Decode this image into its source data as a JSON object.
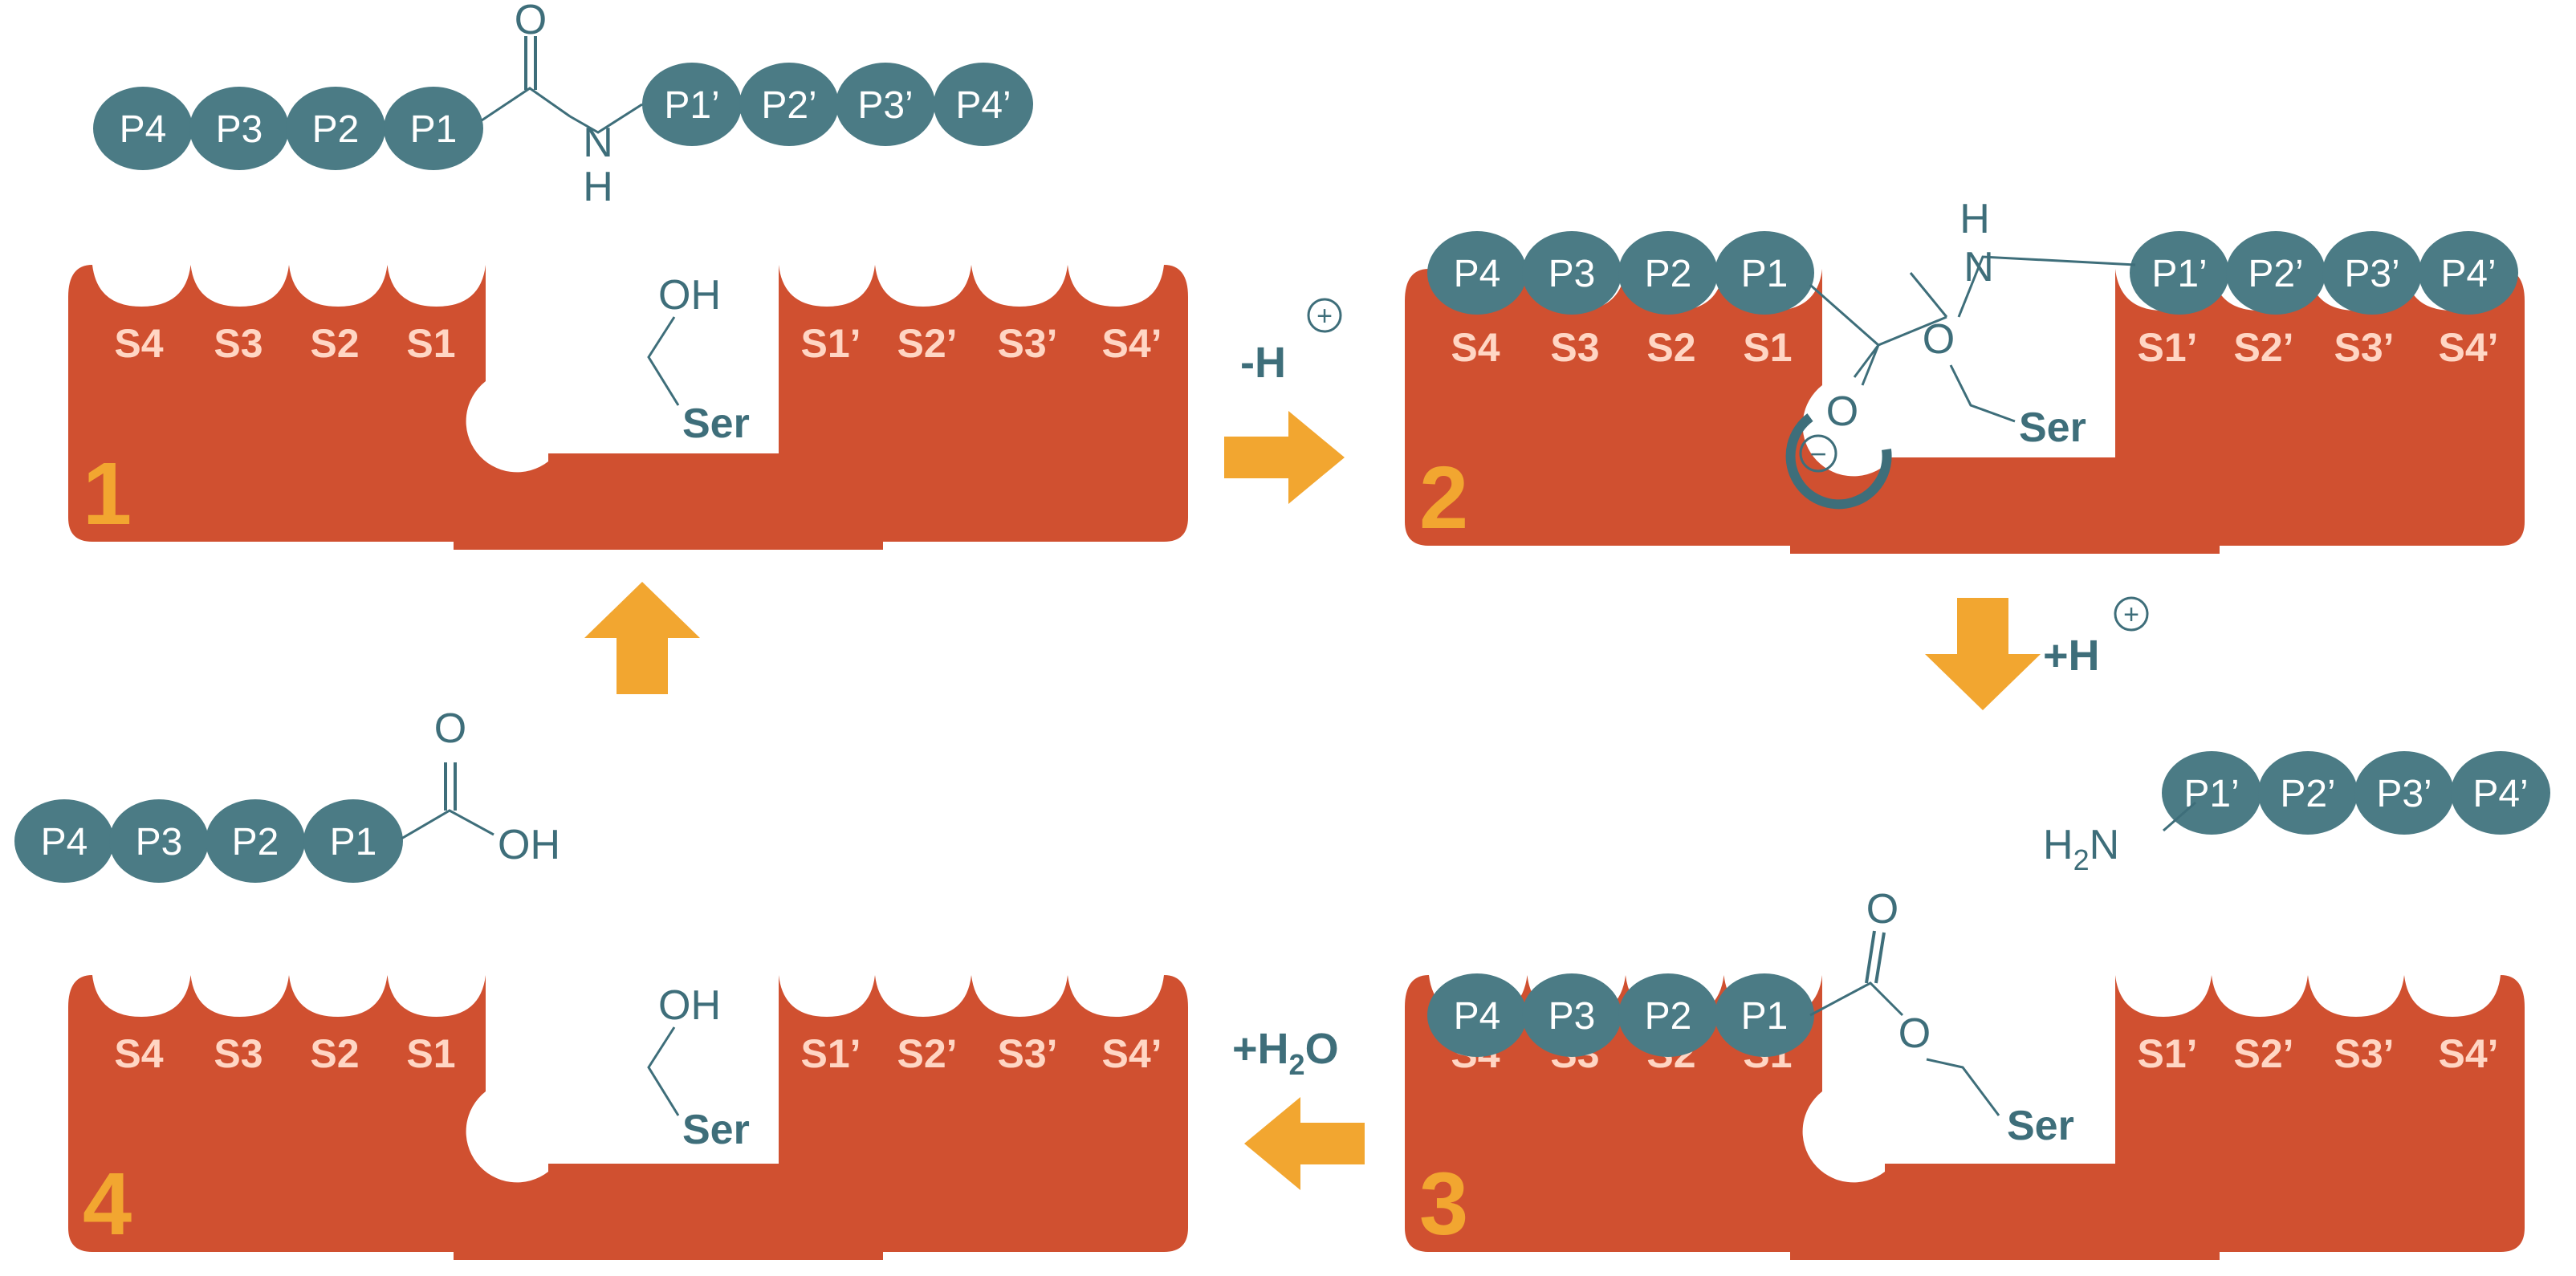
{
  "colors": {
    "enzyme": "#d05030",
    "residue": "#4b7b85",
    "arrow": "#f2a630",
    "atom": "#3e6e7a",
    "subsite_text": "#ffd6c4"
  },
  "subsites_left": [
    "S4",
    "S3",
    "S2",
    "S1"
  ],
  "subsites_right": [
    "S1’",
    "S2’",
    "S3’",
    "S4’"
  ],
  "residues_left": [
    "P4",
    "P3",
    "P2",
    "P1"
  ],
  "residues_right": [
    "P1’",
    "P2’",
    "P3’",
    "P4’"
  ],
  "atoms": {
    "O": "O",
    "N": "N",
    "H": "H",
    "OH": "OH",
    "Ser": "Ser",
    "H2N_main": "H",
    "H2N_sub": "2",
    "H2N_end": "N"
  },
  "steps": [
    "1",
    "2",
    "3",
    "4"
  ],
  "transitions": {
    "t12_main": "-H",
    "t23_main": "+H",
    "t34_main": "+H",
    "t34_sub": "2",
    "t34_end": "O",
    "plus": "+",
    "minus": "−"
  }
}
